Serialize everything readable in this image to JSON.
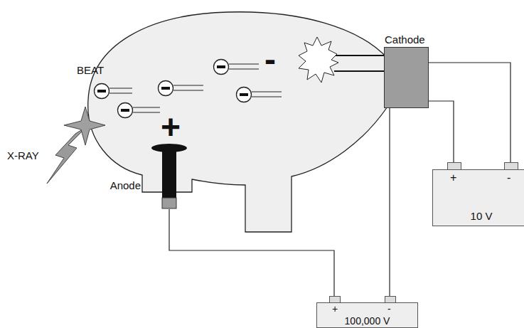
{
  "diagram": {
    "nodes": [
      {
        "text": [
          "Cathode"
        ]
      },
      {
        "text": [
          "Anode"
        ]
      },
      {
        "text": [
          "+",
          "-",
          "10 V"
        ]
      },
      {
        "text": [
          "+",
          "-",
          "100,000 V"
        ]
      }
    ],
    "edges": [
      {
        "from": 2,
        "to": 0,
        "arrow": "none"
      },
      {
        "from": 2,
        "to": 0,
        "arrow": "none"
      },
      {
        "from": 3,
        "to": 1,
        "arrow": "none"
      },
      {
        "from": 3,
        "to": 0,
        "arrow": "none"
      }
    ],
    "labels": [
      "BEAT",
      "X-RAY",
      "+",
      "-"
    ]
  }
}
